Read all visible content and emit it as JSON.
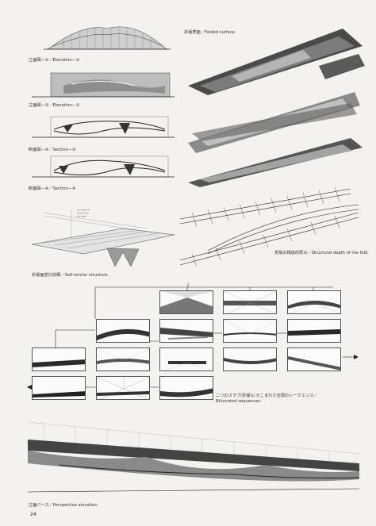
{
  "captions": {
    "elev1": "立面図—①／Elevation—①",
    "elev2": "立面図—②／Elevation—②",
    "sect3": "断面図—③／Section—③",
    "sect4": "断面図—④／Section—④",
    "selfsimilar": "折版面部分詳細／Self-similar structure.",
    "folded": "折版表面／Folded surface.",
    "structural": "折版の構造的厚み／Structural depth of the fold.",
    "bifurcated_jp": "二つのスラブ(折版)にかこまれた空間のシークエンス／",
    "bifurcated_en": "Bifurcated sequences.",
    "perspective": "立面パース／Perspective elevation."
  },
  "page_number": "24"
}
